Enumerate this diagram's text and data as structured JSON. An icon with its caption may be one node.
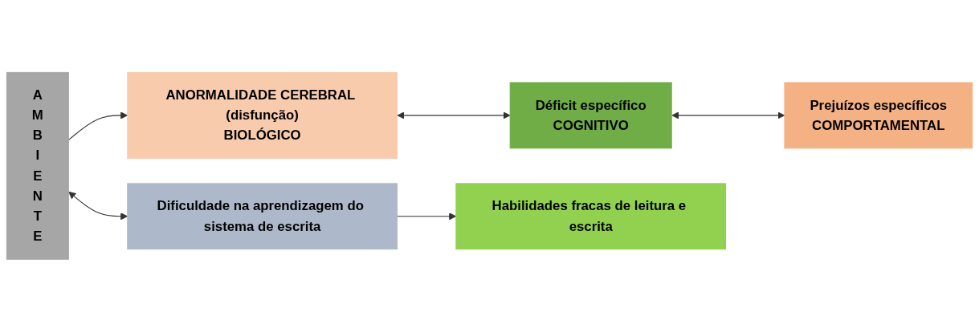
{
  "diagram": {
    "nodes": [
      {
        "text": [
          "A M B I E N T E"
        ]
      },
      {
        "text": [
          "ANORMALIDADE CEREBRAL (disfunção)",
          "BIOLÓGICO"
        ]
      },
      {
        "text": [
          "Dificuldade na aprendizagem do sistema de escrita"
        ]
      },
      {
        "text": [
          "Déficit específico",
          "COGNITIVO"
        ]
      },
      {
        "text": [
          "Habilidades fracas de leitura e escrita"
        ]
      },
      {
        "text": [
          "Prejuízos específicos",
          "COMPORTAMENTAL"
        ]
      }
    ],
    "edges": [
      {
        "from": 0,
        "to": 1,
        "arrow": "to"
      },
      {
        "from": 0,
        "to": 2,
        "arrow": "both"
      },
      {
        "from": 1,
        "to": 3,
        "arrow": "both"
      },
      {
        "from": 2,
        "to": 4,
        "arrow": "to"
      },
      {
        "from": 3,
        "to": 5,
        "arrow": "both"
      }
    ]
  }
}
